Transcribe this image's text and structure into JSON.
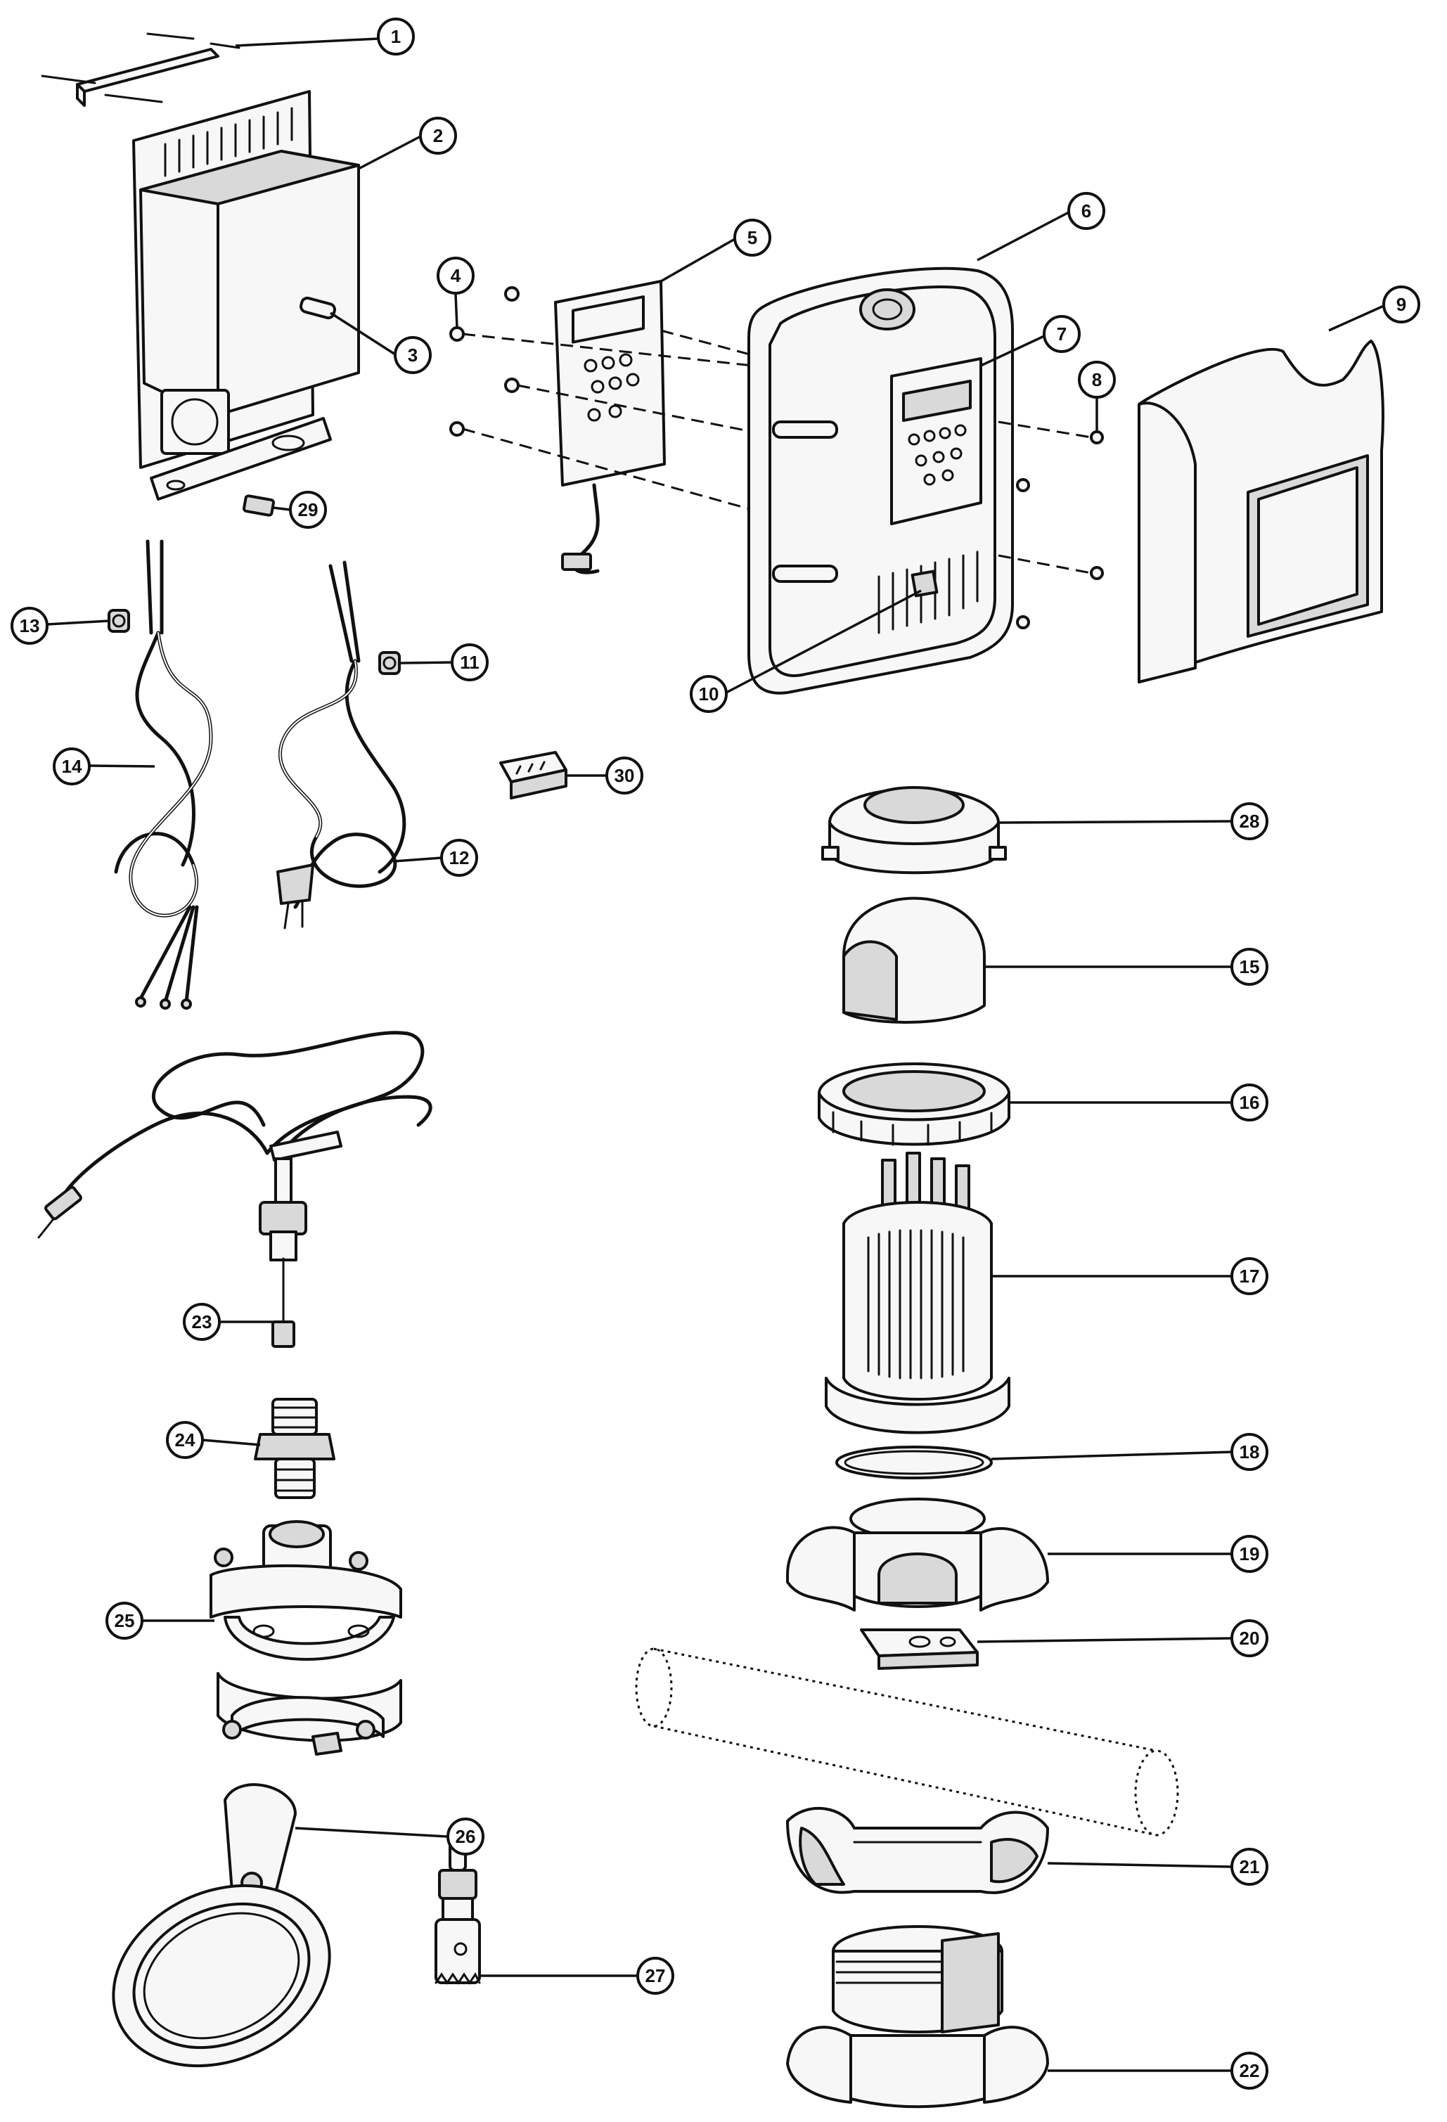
{
  "callouts": [
    {
      "id": "c1",
      "label": "1"
    },
    {
      "id": "c2",
      "label": "2"
    },
    {
      "id": "c3",
      "label": "3"
    },
    {
      "id": "c4",
      "label": "4"
    },
    {
      "id": "c5",
      "label": "5"
    },
    {
      "id": "c6",
      "label": "6"
    },
    {
      "id": "c7",
      "label": "7"
    },
    {
      "id": "c8",
      "label": "8"
    },
    {
      "id": "c9",
      "label": "9"
    },
    {
      "id": "c10",
      "label": "10"
    },
    {
      "id": "c11",
      "label": "11"
    },
    {
      "id": "c12",
      "label": "12"
    },
    {
      "id": "c13",
      "label": "13"
    },
    {
      "id": "c14",
      "label": "14"
    },
    {
      "id": "c15",
      "label": "15"
    },
    {
      "id": "c16",
      "label": "16"
    },
    {
      "id": "c17",
      "label": "17"
    },
    {
      "id": "c18",
      "label": "18"
    },
    {
      "id": "c19",
      "label": "19"
    },
    {
      "id": "c20",
      "label": "20"
    },
    {
      "id": "c21",
      "label": "21"
    },
    {
      "id": "c22",
      "label": "22"
    },
    {
      "id": "c23",
      "label": "23"
    },
    {
      "id": "c24",
      "label": "24"
    },
    {
      "id": "c25",
      "label": "25"
    },
    {
      "id": "c26",
      "label": "26"
    },
    {
      "id": "c27",
      "label": "27"
    },
    {
      "id": "c28",
      "label": "28"
    },
    {
      "id": "c29",
      "label": "29"
    },
    {
      "id": "c30",
      "label": "30"
    }
  ],
  "colors": {
    "line": "#111111",
    "fill": "#f7f7f7",
    "background": "#ffffff"
  }
}
